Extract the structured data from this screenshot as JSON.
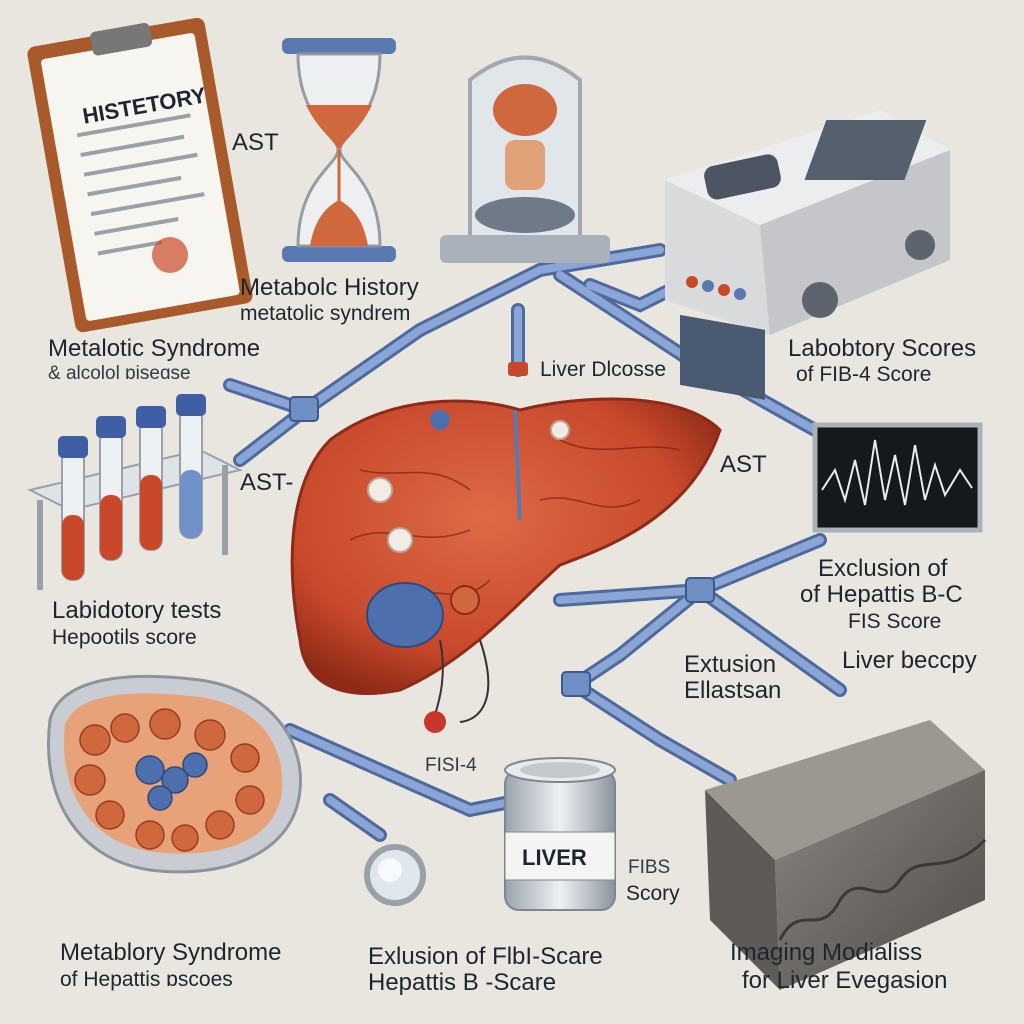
{
  "labels": {
    "histetory": "HISTETORY",
    "ast_top": "AST",
    "metabolic_history": "Metabolc History",
    "metabolic_syndr": "metatolic syndrem",
    "metabolic_syndrome": "Metalotic Syndrome",
    "alcohol_disease": "& alcolol ɒiseɑse",
    "liver_disease": "Liver Dlcosse",
    "lab_scores": "Labobtory Scores",
    "fib4_score": "of FIB-4 Score",
    "ast_left": "AST-",
    "ast_right": "AST",
    "lab_tests": "Labidotory tests",
    "hepatitis_score": "Hepootils score",
    "exclusion_of": "Exclusion of",
    "of_hepatitis": "of Hepattis B-C",
    "fis_score": "FIS Score",
    "extusion": "Extusion",
    "elastsan": "Ellastsan",
    "liver_biopsy": "Liver beccpy",
    "fibs4": "FISI-4",
    "liver_jar": "LIVER",
    "fibs_small": "FIBS",
    "scory": "Scory",
    "metabolory_syndrome": "Metablory Syndrome",
    "of_hepatitis_disease": "of Hepattis ɒscoes",
    "exclusion_fib": "Exlusion of FlbI-Scare",
    "hepatitis_b_scare": "Hepattis B -Scare",
    "imaging": "Imaging Modialiss",
    "for_liver": "for Liver Evegasion"
  },
  "colors": {
    "background": "#e9e6df",
    "liver": "#c8492c",
    "liver_dark": "#8e2a17",
    "pipe": "#6f8fc4",
    "text": "#1e2530",
    "blood": "#c9482a"
  },
  "icons": [
    "clipboard-icon",
    "hourglass-icon",
    "lab-analyzer-icon",
    "ultrasound-machine-icon",
    "test-tubes-icon",
    "liver-icon",
    "elastography-screen-icon",
    "tissue-tray-icon",
    "magnifier-probe-icon",
    "specimen-jar-icon",
    "biopsy-tissue-block-icon"
  ]
}
